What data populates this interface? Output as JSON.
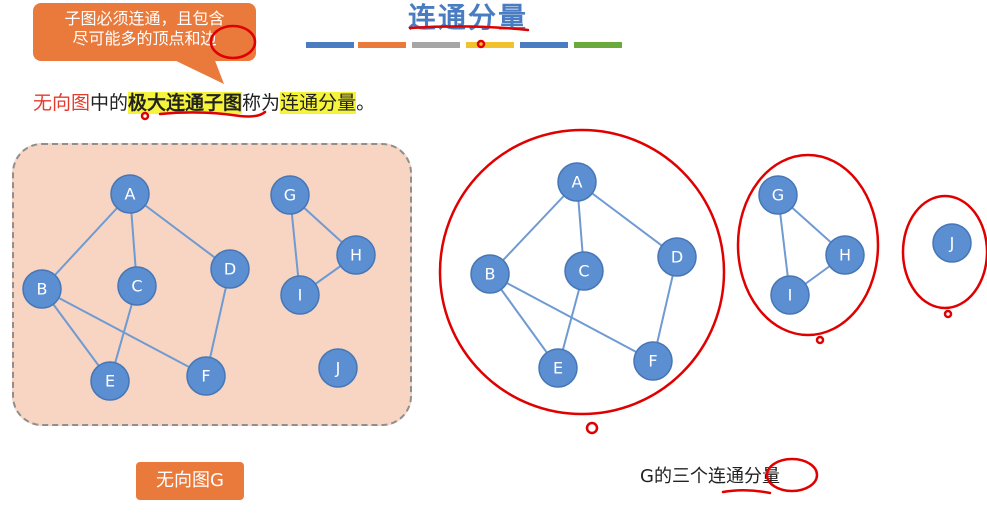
{
  "title": "连通分量",
  "color_bars": [
    "#4a7cc1",
    "#e97a3b",
    "#a6a6a6",
    "#f2c12e",
    "#4a7cc1",
    "#6aaa3a"
  ],
  "callout": {
    "line1": "子图必须连通，且包含",
    "line2": "尽可能多的顶点和边"
  },
  "definition": {
    "part1": "无向图",
    "part2": "中的",
    "part3": "极大连通子图",
    "part4": "称为",
    "part5": "连通分量",
    "part6": "。"
  },
  "graph_label": "无向图G",
  "caption": "G的三个连通分量",
  "nodes": [
    "A",
    "B",
    "C",
    "D",
    "E",
    "F",
    "G",
    "H",
    "I",
    "J"
  ],
  "edges": [
    [
      "A",
      "B"
    ],
    [
      "A",
      "C"
    ],
    [
      "A",
      "D"
    ],
    [
      "B",
      "E"
    ],
    [
      "B",
      "F"
    ],
    [
      "C",
      "E"
    ],
    [
      "D",
      "F"
    ],
    [
      "G",
      "H"
    ],
    [
      "G",
      "I"
    ],
    [
      "H",
      "I"
    ]
  ],
  "colors": {
    "node": "#5b8fd1",
    "edge": "#6f9ad2",
    "box": "#f7d5c2",
    "accent": "#e97a3b",
    "ink": "#e00000",
    "highlight": "#f5f33a"
  }
}
